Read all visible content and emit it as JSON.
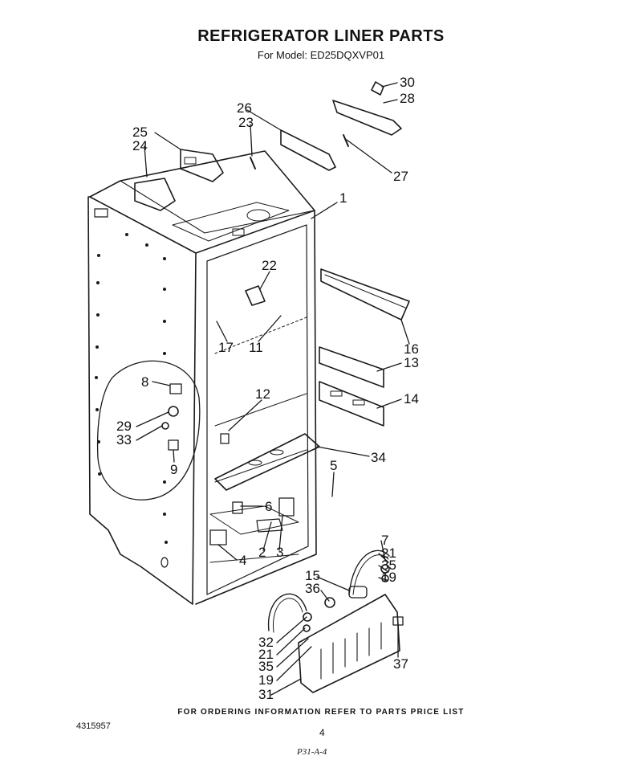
{
  "header": {
    "title": "REFRIGERATOR LINER PARTS",
    "subtitle": "For Model: ED25DQXVP01"
  },
  "callouts": [
    {
      "id": "c30",
      "label": "30"
    },
    {
      "id": "c28",
      "label": "28"
    },
    {
      "id": "c26",
      "label": "26"
    },
    {
      "id": "c23",
      "label": "23"
    },
    {
      "id": "c25",
      "label": "25"
    },
    {
      "id": "c24",
      "label": "24"
    },
    {
      "id": "c27",
      "label": "27"
    },
    {
      "id": "c1",
      "label": "1"
    },
    {
      "id": "c22",
      "label": "22"
    },
    {
      "id": "c16",
      "label": "16"
    },
    {
      "id": "c17",
      "label": "17"
    },
    {
      "id": "c11",
      "label": "11"
    },
    {
      "id": "c13",
      "label": "13"
    },
    {
      "id": "c8",
      "label": "8"
    },
    {
      "id": "c14",
      "label": "14"
    },
    {
      "id": "c12",
      "label": "12"
    },
    {
      "id": "c29",
      "label": "29"
    },
    {
      "id": "c33",
      "label": "33"
    },
    {
      "id": "c9",
      "label": "9"
    },
    {
      "id": "c34",
      "label": "34"
    },
    {
      "id": "c5",
      "label": "5"
    },
    {
      "id": "c6",
      "label": "6"
    },
    {
      "id": "c7",
      "label": "7"
    },
    {
      "id": "c4",
      "label": "4"
    },
    {
      "id": "c2",
      "label": "2"
    },
    {
      "id": "c3",
      "label": "3"
    },
    {
      "id": "c21a",
      "label": "21"
    },
    {
      "id": "c35a",
      "label": "35"
    },
    {
      "id": "c15",
      "label": "15"
    },
    {
      "id": "c19a",
      "label": "19"
    },
    {
      "id": "c36",
      "label": "36"
    },
    {
      "id": "c32",
      "label": "32"
    },
    {
      "id": "c21b",
      "label": "21"
    },
    {
      "id": "c35b",
      "label": "35"
    },
    {
      "id": "c37",
      "label": "37"
    },
    {
      "id": "c19b",
      "label": "19"
    },
    {
      "id": "c31",
      "label": "31"
    }
  ],
  "footer": {
    "ordering_note": "FOR ORDERING INFORMATION REFER TO PARTS PRICE LIST",
    "document_number": "4315957",
    "page_number": "4",
    "reference": "P31-A-4"
  }
}
